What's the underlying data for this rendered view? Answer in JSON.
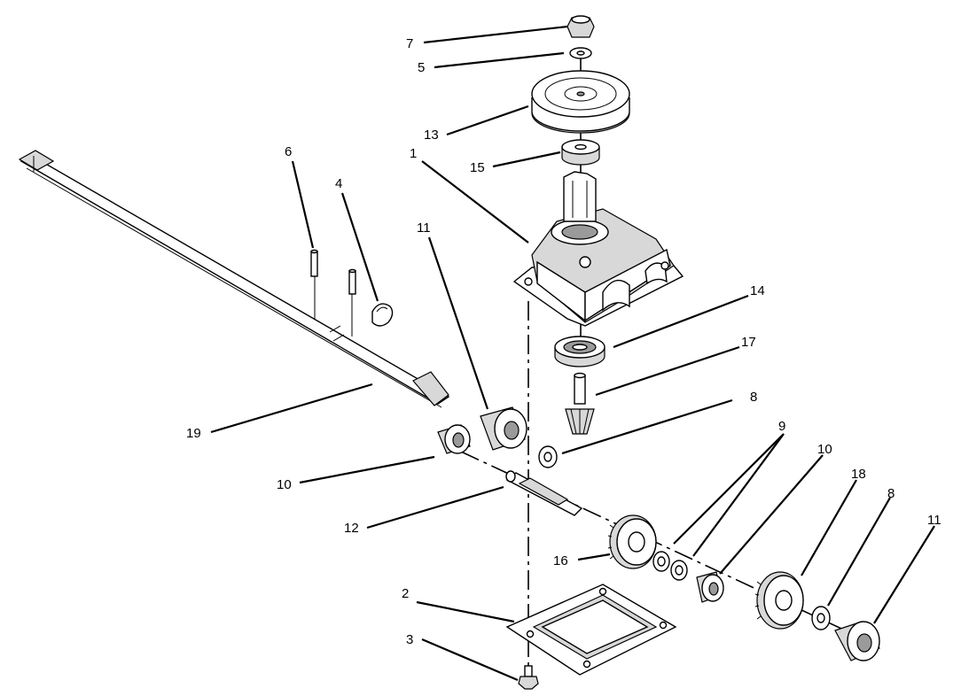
{
  "diagram": {
    "callouts": {
      "c1": "1",
      "c2": "2",
      "c3": "3",
      "c4": "4",
      "c5": "5",
      "c6": "6",
      "c7": "7",
      "c8a": "8",
      "c8b": "8",
      "c9": "9",
      "c10a": "10",
      "c10b": "10",
      "c11a": "11",
      "c11b": "11",
      "c12": "12",
      "c13": "13",
      "c14": "14",
      "c15": "15",
      "c16": "16",
      "c17": "17",
      "c18": "18",
      "c19": "19"
    }
  }
}
